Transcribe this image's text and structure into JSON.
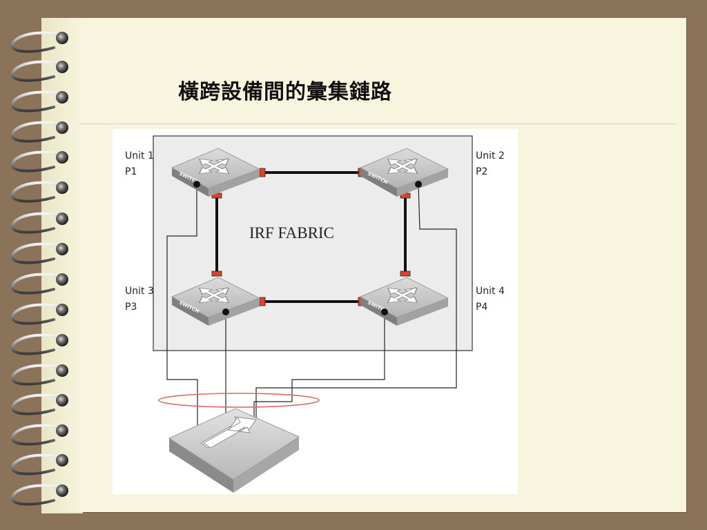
{
  "slide": {
    "title": "橫跨設備間的彙集鏈路"
  },
  "diagram": {
    "fabric_label": "IRF FABRIC",
    "units": [
      {
        "name": "Unit 1",
        "port": "P1"
      },
      {
        "name": "Unit 2",
        "port": "P2"
      },
      {
        "name": "Unit 3",
        "port": "P3"
      },
      {
        "name": "Unit 4",
        "port": "P4"
      }
    ],
    "device_label": "SWITCH",
    "colors": {
      "fabric_box": "#ececec",
      "switch_top": "#c4c4c4",
      "switch_side": "#8f8f8f",
      "link_marker": "#e0412a",
      "aggregation_ring": "#e06a5a"
    }
  }
}
